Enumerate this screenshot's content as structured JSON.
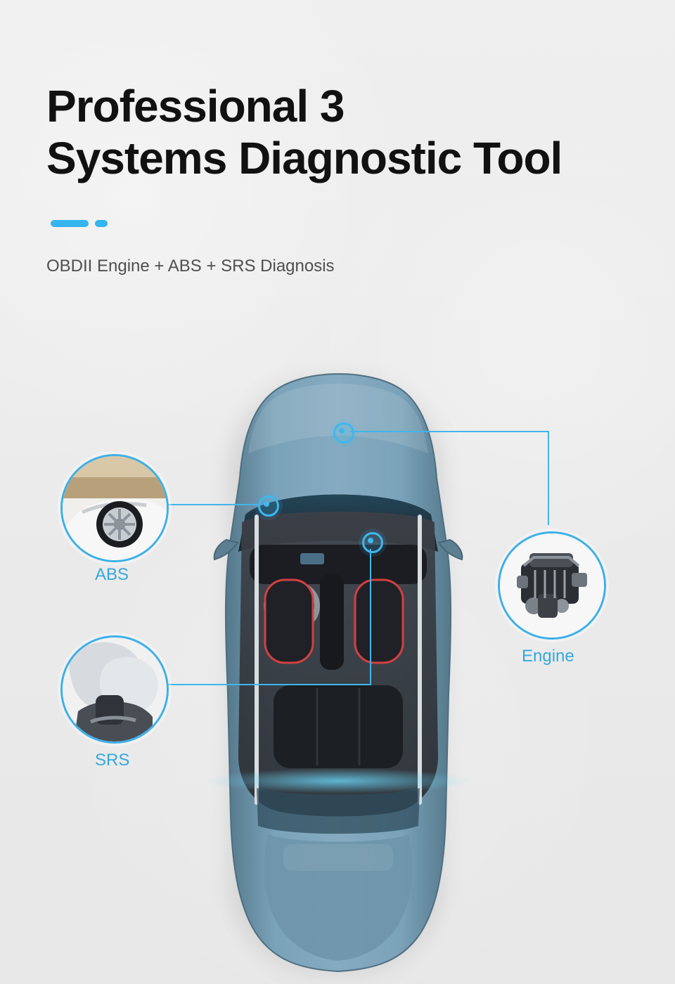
{
  "header": {
    "title_line_1": "Professional 3",
    "title_line_2": "Systems Diagnostic Tool",
    "subtitle": "OBDII Engine + ABS + SRS Diagnosis"
  },
  "systems": {
    "abs_label": "ABS",
    "srs_label": "SRS",
    "engine_label": "Engine"
  },
  "colors": {
    "accent": "#35b4ee",
    "label": "#35a9dd",
    "title": "#111111",
    "subtitle": "#4f4f4f",
    "car_body": "#6f97ad"
  },
  "icons": {
    "abs_image": "car-wheel-icon",
    "srs_image": "airbag-icon",
    "engine_image": "engine-icon",
    "hotspot": "hotspot-dot-icon"
  }
}
